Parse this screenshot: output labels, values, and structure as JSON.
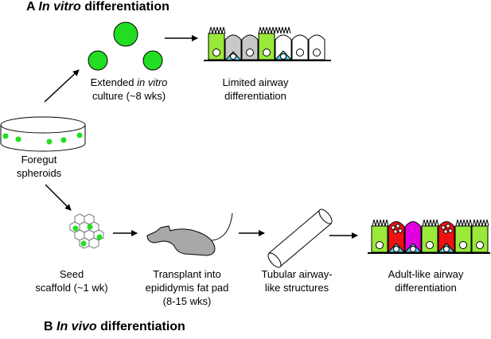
{
  "section_a": {
    "letter": "A",
    "title_italic": "In vitro",
    "title_rest": " differentiation"
  },
  "section_b": {
    "letter": "B",
    "title_italic": "In vivo",
    "title_rest": " differentiation"
  },
  "labels": {
    "extended_l1_pre": "Extended ",
    "extended_l1_it": "in vitro",
    "extended_l2": "culture (~8 wks)",
    "limited_l1": "Limited airway",
    "limited_l2": "differentiation",
    "foregut_l1": "Foregut",
    "foregut_l2": "spheroids",
    "seed_l1": "Seed",
    "seed_l2": "scaffold (~1 wk)",
    "transplant_l1": "Transplant into",
    "transplant_l2": "epididymis fat pad",
    "transplant_l3": "(8-15 wks)",
    "tubular_l1": "Tubular airway-",
    "tubular_l2": "like structures",
    "adult_l1": "Adult-like airway",
    "adult_l2": "differentiation"
  },
  "colors": {
    "spheroid_green": "#22dd22",
    "ciliated_green": "#99e83a",
    "secretory_gray": "#c8c8c8",
    "basal_cyan": "#55d0e0",
    "goblet_red": "#ee1111",
    "magenta": "#dd00dd",
    "mouse_gray": "#a8a8a8"
  }
}
